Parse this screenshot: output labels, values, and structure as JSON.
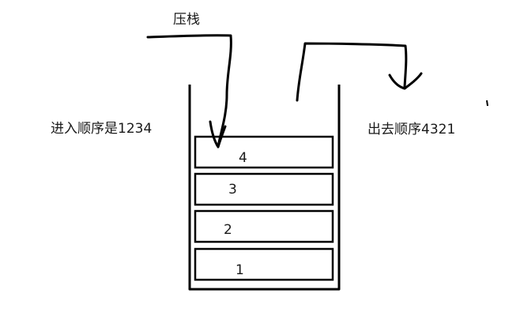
{
  "labels": {
    "push": "压栈",
    "push_order": "进入顺序是1234",
    "pop_order": "出去顺序4321"
  },
  "stack": {
    "blocks": [
      {
        "label": "4"
      },
      {
        "label": "3"
      },
      {
        "label": "2"
      },
      {
        "label": "1"
      }
    ]
  },
  "colors": {
    "ink": "#000000",
    "background": "#ffffff"
  }
}
